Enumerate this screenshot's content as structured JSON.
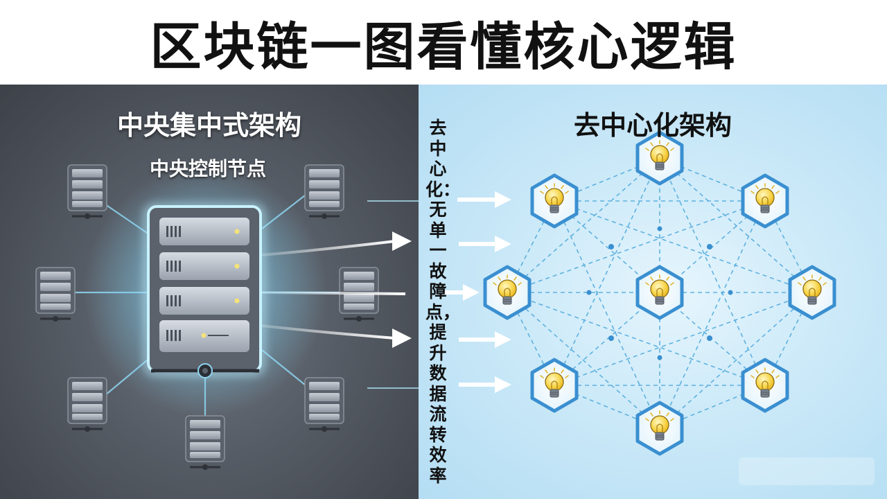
{
  "title": "区块链一图看懂核心逻辑",
  "left_panel": {
    "heading": "中央集中式架构",
    "center_label": "中央控制节点",
    "peripheral_server_count": 7,
    "center_server_icon": "server-rack-icon"
  },
  "right_panel": {
    "heading": "去中心化架构",
    "node_icon": "lightbulb-icon",
    "node_count": 9
  },
  "vertical_note": "去中心化：无单一故障点，提升数据流转效率",
  "colors": {
    "left_bg": "#565c65",
    "right_bg": "#cbe9f8",
    "node_border": "#3a8fd0",
    "glow": "#9fe3ff",
    "bulb": "#f7d54a"
  }
}
